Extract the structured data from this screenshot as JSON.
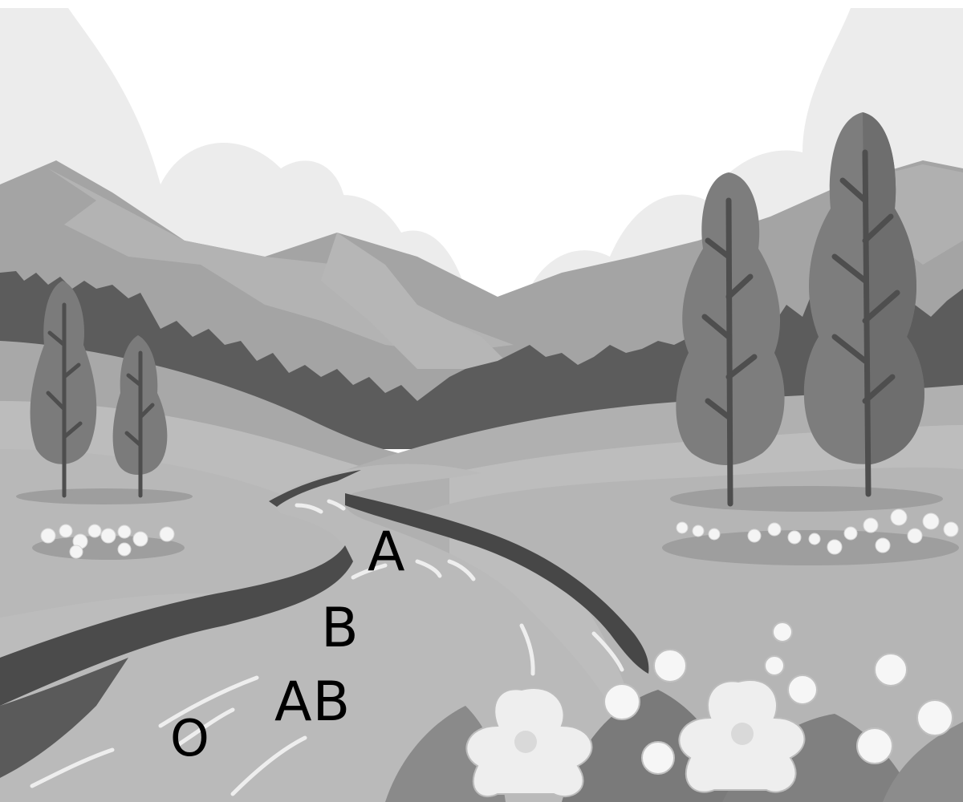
{
  "labels": {
    "a": "A",
    "b": "B",
    "ab": "AB",
    "o": "O"
  },
  "colors": {
    "sky": "#ffffff",
    "cloud": "#ebebeb",
    "far_mountain": "#a7a7a7",
    "mid_mountain": "#959595",
    "forest_dark": "#5a5a5a",
    "meadow": "#b4b4b4",
    "meadow_light": "#bdbdbd",
    "river": "#b9b9b9",
    "river_bank": "#4a4a4a",
    "tree": "#7b7b7b",
    "tree_trunk": "#4e4e4e",
    "flower": "#f2f2f2",
    "label": "#000000"
  }
}
